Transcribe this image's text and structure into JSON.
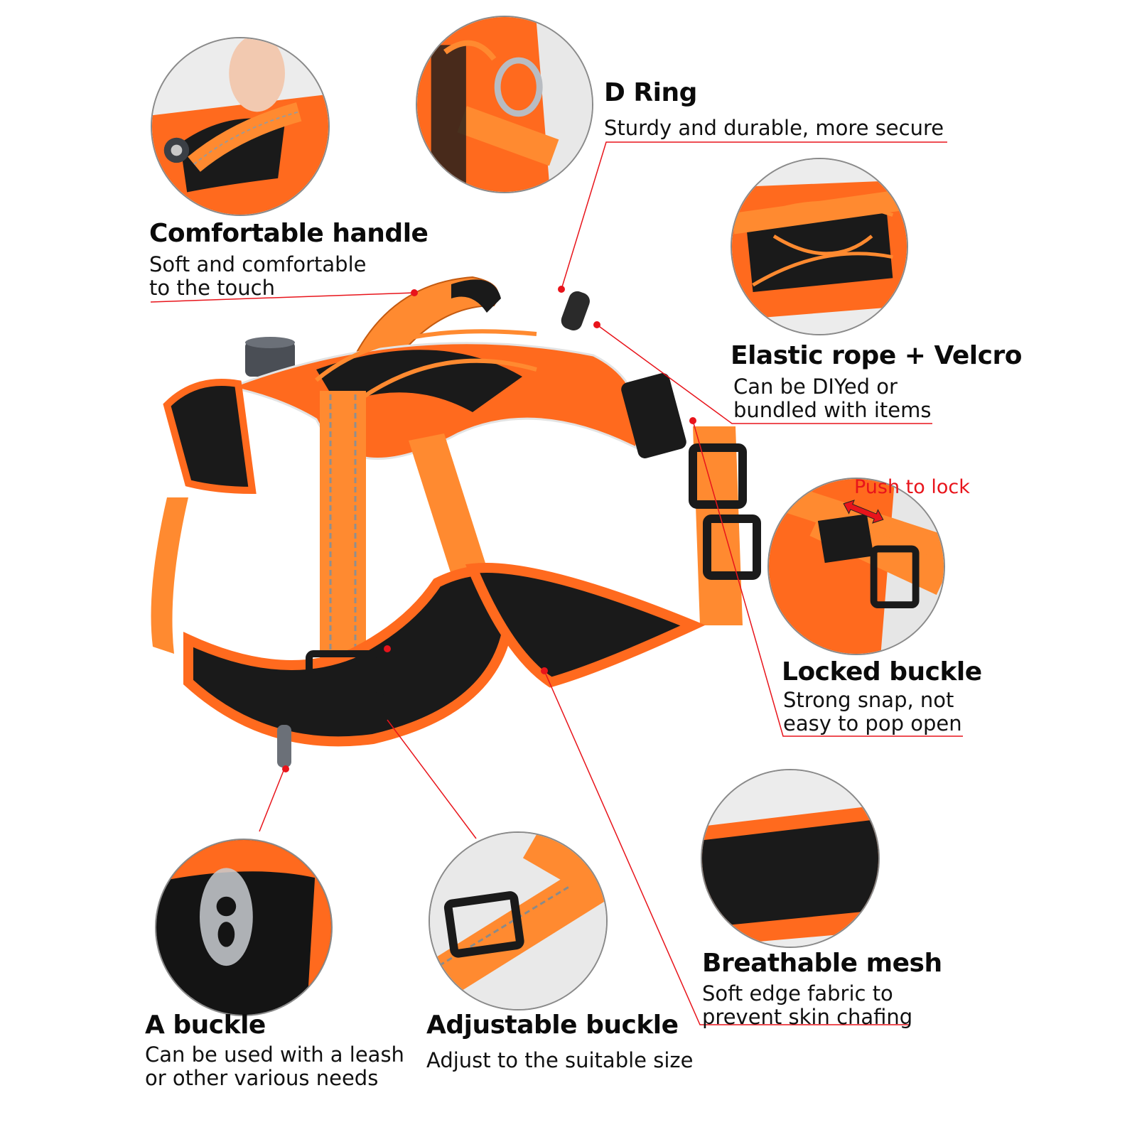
{
  "colors": {
    "accent_orange": "#ff6a1e",
    "strap_orange": "#ff8a30",
    "mesh_black": "#1a1a1a",
    "callout_red": "#e8141b",
    "text": "#111111",
    "background": "#ffffff"
  },
  "features": [
    {
      "id": "handle",
      "title": "Comfortable handle",
      "desc_lines": [
        "Soft and comfortable",
        "to the touch"
      ],
      "icon": "handle-closeup"
    },
    {
      "id": "d_ring",
      "title": "D Ring",
      "desc_lines": [
        "Sturdy and durable, more secure"
      ],
      "icon": "d-ring-closeup"
    },
    {
      "id": "elastic",
      "title": "Elastic rope + Velcro",
      "desc_lines": [
        "Can be DIYed or",
        "bundled with items"
      ],
      "icon": "elastic-rope-closeup"
    },
    {
      "id": "locked_buckle",
      "title": "Locked buckle",
      "desc_lines": [
        "Strong snap, not",
        "easy to pop open"
      ],
      "icon": "buckle-closeup",
      "note": "Push to lock"
    },
    {
      "id": "mesh",
      "title": "Breathable mesh",
      "desc_lines": [
        "Soft edge fabric to",
        "prevent skin chafing"
      ],
      "icon": "mesh-closeup"
    },
    {
      "id": "a_buckle",
      "title": "A buckle",
      "desc_lines": [
        "Can be used with a leash",
        "or other various needs"
      ],
      "icon": "a-buckle-closeup"
    },
    {
      "id": "adjustable",
      "title": "Adjustable buckle",
      "desc_lines": [
        "Adjust to the suitable size"
      ],
      "icon": "adjustable-buckle-closeup"
    }
  ]
}
